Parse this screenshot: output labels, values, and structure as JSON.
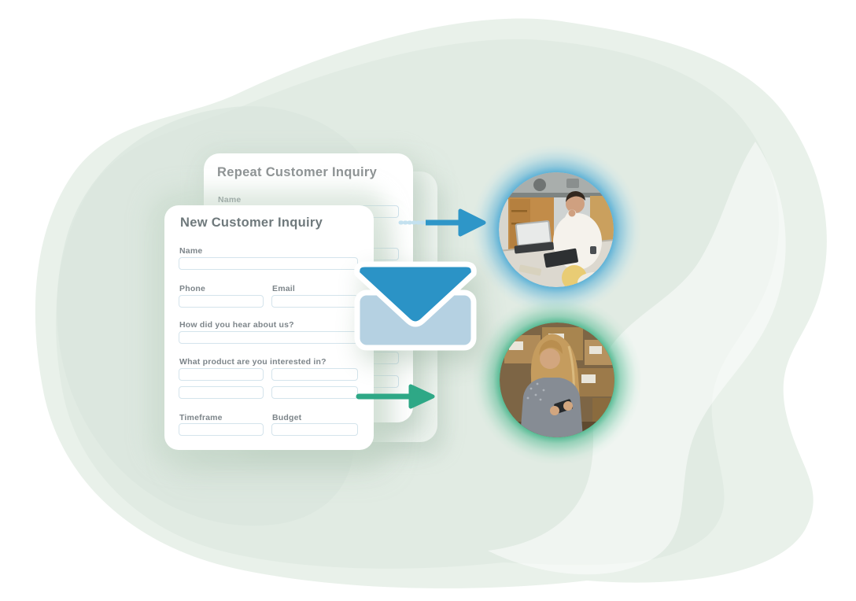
{
  "illustration": {
    "background": {
      "blob_colors": [
        "#e9f1ea",
        "#e1ebe3",
        "#dae6dd"
      ]
    },
    "back_card": {
      "title": "Repeat Customer Inquiry",
      "name_label": "Name"
    },
    "front_card": {
      "title": "New Customer Inquiry",
      "labels": {
        "name": "Name",
        "phone": "Phone",
        "email": "Email",
        "hear": "How did you hear about us?",
        "product": "What product are you interested in?",
        "timeframe": "Timeframe",
        "budget": "Budget"
      },
      "values": {
        "name": "",
        "phone": "",
        "email": "",
        "hear": "",
        "product_1": "",
        "product_2": "",
        "product_3": "",
        "product_4": "",
        "timeframe": "",
        "budget": ""
      }
    },
    "envelope": {
      "flap_color": "#2b93c6",
      "body_color": "#b5d1e2"
    },
    "arrows": {
      "new_customer_color": "#2e96c8",
      "repeat_customer_color": "#2ea886"
    },
    "photos": {
      "new_customer": {
        "alt": "Man working on a laptop at a kitchen counter",
        "glow_color": "#55aed6"
      },
      "repeat_customer": {
        "alt": "Woman checking her phone beside stacked shipping boxes",
        "glow_color": "#4cb78e"
      }
    }
  }
}
